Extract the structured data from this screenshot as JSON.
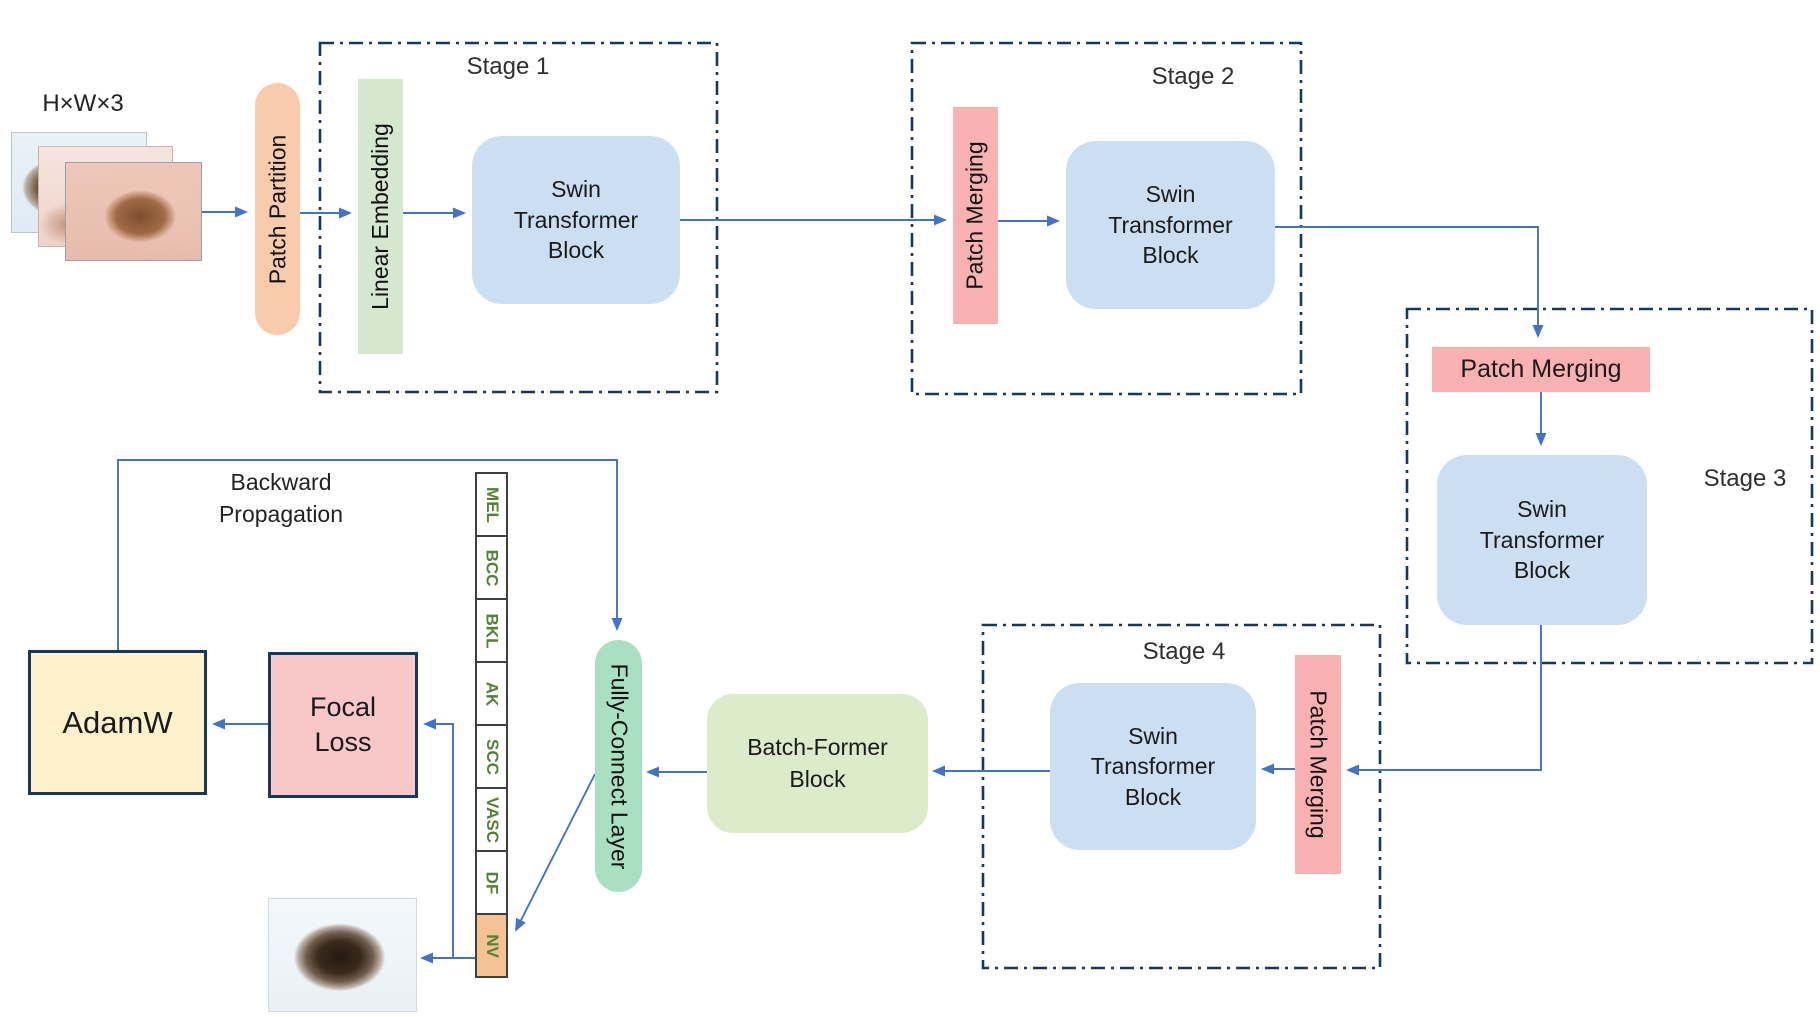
{
  "diagram": {
    "input_label": "H×W×3",
    "backward_label": "Backward Propagation"
  },
  "stages": [
    {
      "label": "Stage 1"
    },
    {
      "label": "Stage 2"
    },
    {
      "label": "Stage 3"
    },
    {
      "label": "Stage 4"
    }
  ],
  "nodes": {
    "patch_partition": "Patch Partition",
    "linear_embedding": "Linear Embedding",
    "swin_block": "Swin Transformer Block",
    "patch_merging": "Patch Merging",
    "batch_former": "Batch-Former Block",
    "fully_connect": "Fully-Connect Layer",
    "focal_loss": "Focal Loss",
    "adamw": "AdamW"
  },
  "classes": [
    "MEL",
    "BCC",
    "BKL",
    "AK",
    "SCC",
    "VASC",
    "DF",
    "NV"
  ],
  "predicted_class": "NV",
  "colors": {
    "arrow_blue": "#4472c4",
    "stage_border_navy": "#17375e",
    "swin_fill": "#cbdef2",
    "patch_merging_fill": "#f9b1b1",
    "patch_partition_fill": "#f8cbad",
    "linear_embedding_fill": "#d6e7d0",
    "batch_former_fill": "#dcecca",
    "fully_connect_fill": "#a9e0c2",
    "adamw_fill": "#fdf2cc",
    "focal_loss_fill": "#f8c7c7",
    "class_text_green": "#538135",
    "predicted_fill": "#f4c295"
  }
}
